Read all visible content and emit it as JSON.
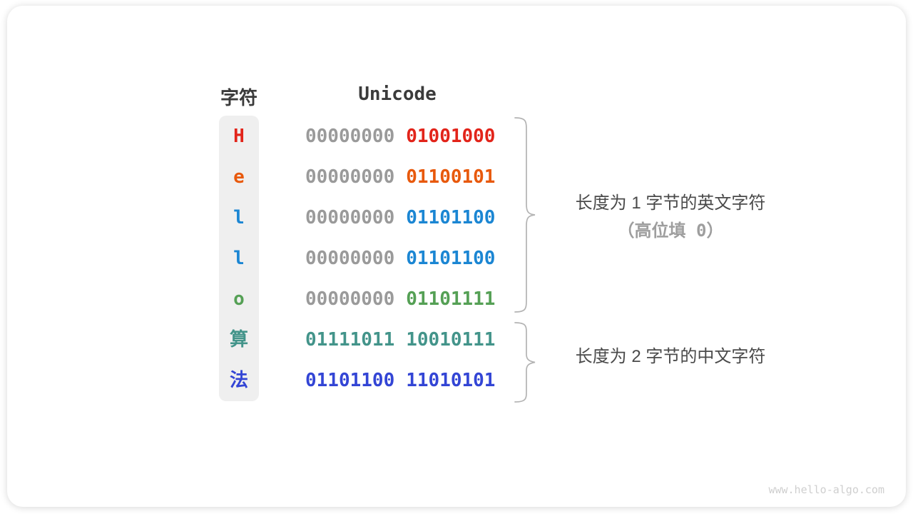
{
  "diagram": {
    "header_char": "字符",
    "header_unicode": "Unicode",
    "rows": [
      {
        "char": "H",
        "color": "#e2241a",
        "byte1": "00000000",
        "byte1_color": "#9a9a9a",
        "byte2": "01001000",
        "byte2_color": "#e2241a"
      },
      {
        "char": "e",
        "color": "#e8590c",
        "byte1": "00000000",
        "byte1_color": "#9a9a9a",
        "byte2": "01100101",
        "byte2_color": "#e8590c"
      },
      {
        "char": "l",
        "color": "#1b86d3",
        "byte1": "00000000",
        "byte1_color": "#9a9a9a",
        "byte2": "01101100",
        "byte2_color": "#1b86d3"
      },
      {
        "char": "l",
        "color": "#1b86d3",
        "byte1": "00000000",
        "byte1_color": "#9a9a9a",
        "byte2": "01101100",
        "byte2_color": "#1b86d3"
      },
      {
        "char": "o",
        "color": "#55a055",
        "byte1": "00000000",
        "byte1_color": "#9a9a9a",
        "byte2": "01101111",
        "byte2_color": "#55a055"
      },
      {
        "char": "算",
        "color": "#43948a",
        "byte1": "01111011",
        "byte1_color": "#43948a",
        "byte2": "10010111",
        "byte2_color": "#43948a"
      },
      {
        "char": "法",
        "color": "#3345d5",
        "byte1": "01101100",
        "byte1_color": "#3345d5",
        "byte2": "11010101",
        "byte2_color": "#3345d5"
      }
    ],
    "annotations": {
      "english_group": {
        "line1": "长度为 1 字节的英文字符",
        "line2": "（高位填 0）"
      },
      "chinese_group": {
        "line1": "长度为 2 字节的中文字符"
      }
    },
    "watermark": "www.hello-algo.com",
    "colors": {
      "text_dark": "#3b3b3b",
      "label_gray": "#9e9e9e",
      "zero_pad_gray": "#9a9a9a",
      "column_bg": "#efefef",
      "brace": "#b3b3b3"
    }
  }
}
